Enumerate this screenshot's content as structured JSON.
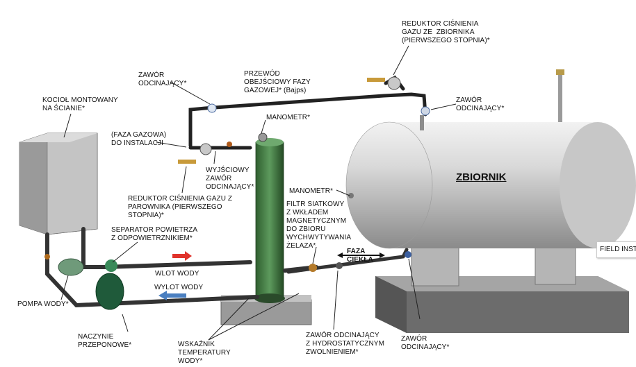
{
  "labels": {
    "boiler": "KOCIOŁ MONTOWANY\nNA ŚCIANIE*",
    "gas_phase": "(FAZA GAZOWA)\nDO INSTALACJI",
    "shutoff_top": "ZAWÓR\nODCINAJĄCY*",
    "bypass": "PRZEWÓD\nOBEJŚCIOWY FAZY\nGAZOWEJ* (Bajps)",
    "regulator_tank": "REDUKTOR CIŚNIENIA\nGAZU ZE  ZBIORNIKA\n(PIERWSZEGO STOPNIA)*",
    "shutoff_right": "ZAWÓR\nODCINAJĄCY*",
    "manometer_top": "MANOMETR*",
    "outlet_valve": "WYJŚCIOWY\nZAWÓR\nODCINAJĄCY*",
    "regulator_vaporizer": "REDUKTOR CIŚNIENIA GAZU Z\nPAROWNIKA (PIERWSZEGO\nSTOPNIA)*",
    "manometer_tank": "MANOMETR*",
    "filter": "FILTR SIATKOWY\nZ WKŁADEM\nMAGNETYCZNYM\nDO ZBIORU\nWYCHWYTYWANIA\nŻELAZA*",
    "liquid_phase": "FAZA\nCIEKŁA",
    "separator": "SEPARATOR POWIETRZA\nZ ODPOWIETRZNIKIEM*",
    "water_in": "WLOT WODY",
    "water_out": "WYLOT WODY",
    "pump": "POMPA WODY*",
    "expansion_vessel": "NACZYNIE\nPRZEPONOWE*",
    "temp_gauge": "WSKAŹNIK\nTEMPERATURY\nWODY*",
    "hydro_valve": "ZAWÓR ODCINAJĄCY\nZ HYDROSTATYCZNYM\nZWOLNIENIEM*",
    "shutoff_bottom": "ZAWÓR\nODCINAJĄCY*"
  },
  "tank_title": "ZBIORNIK",
  "tooltip": "FIELD INST",
  "colors": {
    "arrow_red": "#e0332b",
    "arrow_blue": "#4a7fc0",
    "vaporizer": "#3f7a3f",
    "tank": "#cfcfcf"
  }
}
